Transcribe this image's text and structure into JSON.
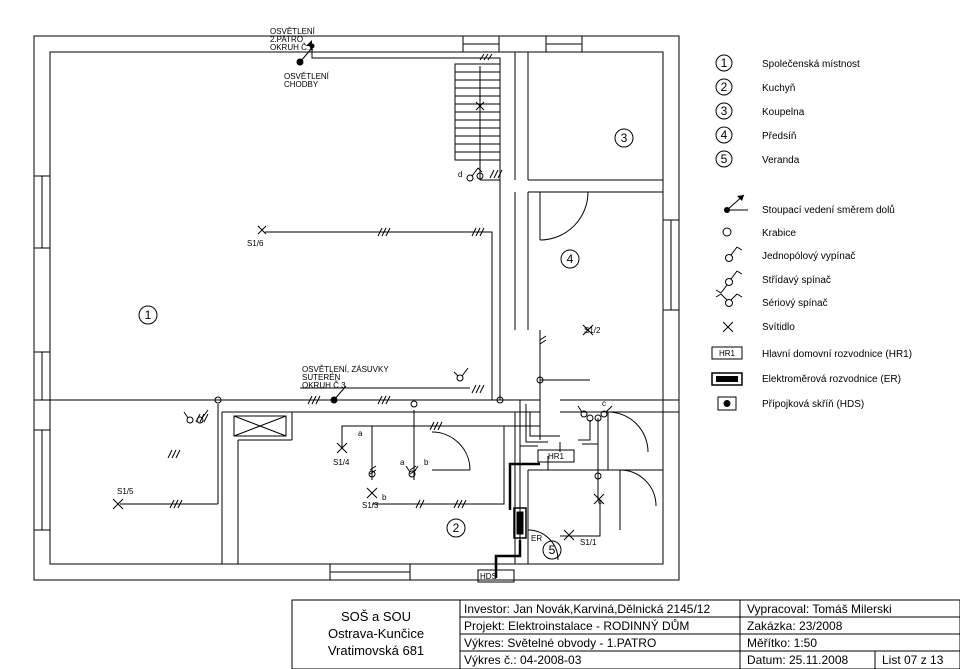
{
  "plan": {
    "riser_labels": {
      "osv2": [
        "OSVĚTLENÍ",
        "2.PATRO",
        "OKRUH Č.2"
      ],
      "chodby": [
        "OSVĚTLENÍ",
        "CHODBY"
      ],
      "suteren": [
        "OSVĚTLENÍ, ZÁSUVKY",
        "SUTERÉN",
        "OKRUH Č.3"
      ]
    },
    "room_numbers": [
      "1",
      "2",
      "3",
      "4",
      "5"
    ],
    "circuit_labels": {
      "s16": "S1/6",
      "s12": "S1/2",
      "s14": "S1/4",
      "s15": "S1/5",
      "s13": "S1/3",
      "s11": "S1/1",
      "hr1": "HR1",
      "er": "ER",
      "hds": "HDS",
      "d": "d",
      "a1": "a",
      "a2": "a",
      "b1": "b",
      "b2": "b",
      "c1": "c",
      "c2": "c"
    }
  },
  "legend": {
    "rooms": [
      {
        "num": "1",
        "name": "Společenská místnost"
      },
      {
        "num": "2",
        "name": "Kuchyň"
      },
      {
        "num": "3",
        "name": "Koupelna"
      },
      {
        "num": "4",
        "name": "Předsíň"
      },
      {
        "num": "5",
        "name": "Veranda"
      }
    ],
    "symbols": [
      {
        "icon": "riser-arrow",
        "label": "Stoupací vedení směrem dolů"
      },
      {
        "icon": "junction-box",
        "label": "Krabice"
      },
      {
        "icon": "single-pole-switch",
        "label": "Jednopólový vypínač"
      },
      {
        "icon": "two-way-switch",
        "label": "Střídavý spínač"
      },
      {
        "icon": "series-switch",
        "label": "Sériový spínač"
      },
      {
        "icon": "luminaire",
        "label": "Svítidlo"
      },
      {
        "icon": "main-distribution-board",
        "label": "Hlavní domovní rozvodnice (HR1)",
        "tag": "HR1"
      },
      {
        "icon": "meter-board",
        "label": "Elektroměrová rozvodnice (ER)"
      },
      {
        "icon": "service-box",
        "label": "Přípojková skříň (HDS)"
      }
    ]
  },
  "title_block": {
    "school": [
      "SOŠ a SOU",
      "Ostrava-Kunčice",
      "Vratimovská 681"
    ],
    "investor": "Investor: Jan Novák,Karviná,Dělnická 2145/12",
    "projekt": "Projekt: Elektroinstalace - RODINNÝ DŮM",
    "vykres": "Výkres: Světelné obvody - 1.PATRO",
    "vykres_c": "Výkres č.: 04-2008-03",
    "vypracoval": "Vypracoval: Tomáš Milerski",
    "zakazka": "Zakázka: 23/2008",
    "meritko": "Měřítko: 1:50",
    "datum": "Datum: 25.11.2008",
    "list": "List 07 z 13"
  }
}
